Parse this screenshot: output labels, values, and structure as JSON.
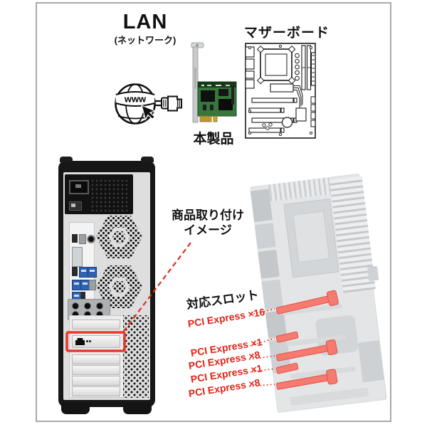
{
  "colors": {
    "accent_red": "#e0301f",
    "slot_fill_red": "#f57a70",
    "slot_edge_red": "#de5348",
    "label_red": "#e02417",
    "frame_border": "#a9a9a9"
  },
  "header": {
    "lan_title": "LAN",
    "lan_subtitle": "(ネットワーク)",
    "motherboard_label": "マザーボード",
    "product_label": "本製品",
    "globe_text": "www"
  },
  "annotations": {
    "install_note_line1": "商品取り付け",
    "install_note_line2": "イメージ",
    "slots_title": "対応スロット",
    "slot_labels": [
      {
        "label": "PCI Express ×16"
      },
      {
        "label": "PCI Express ×1"
      },
      {
        "label": "PCI Express ×8"
      },
      {
        "label": "PCI Express ×1"
      },
      {
        "label": "PCI Express ×8"
      }
    ]
  }
}
